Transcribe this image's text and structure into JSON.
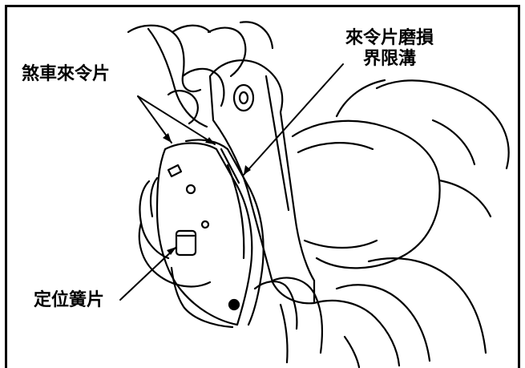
{
  "labels": {
    "brake_pad": "煞車來令片",
    "wear_limit_line1": "來令片磨損",
    "wear_limit_line2": "界限溝",
    "retainer_spring": "定位簧片"
  },
  "colors": {
    "line": "#000000",
    "background": "#ffffff"
  }
}
